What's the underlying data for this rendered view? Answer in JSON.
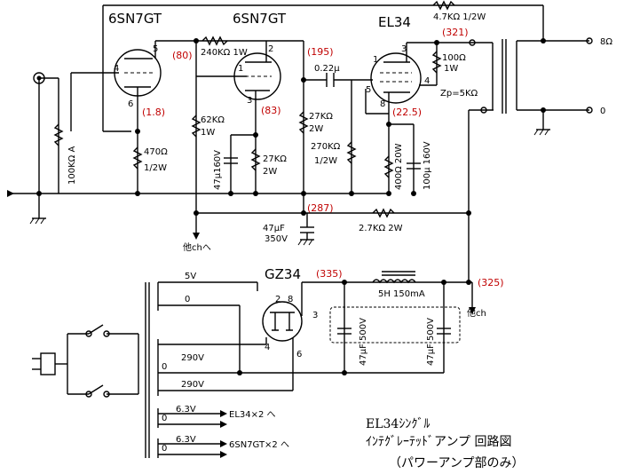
{
  "tubes": {
    "v1": "6SN7GT",
    "v2": "6SN7GT",
    "v3": "EL34",
    "rect": "GZ34"
  },
  "pins": {
    "v1_5": "5",
    "v1_4": "4",
    "v1_6": "6",
    "v2_2": "2",
    "v2_1": "1",
    "v2_3": "3",
    "v3_3": "3",
    "v3_1": "1",
    "v3_5": "5",
    "v3_4": "4",
    "v3_8": "8",
    "r_2": "2",
    "r_8": "8",
    "r_3": "3",
    "r_4": "4",
    "r_6": "6"
  },
  "voltages": {
    "v_80": "(80)",
    "v_1_8": "(1.8)",
    "v_83": "(83)",
    "v_195": "(195)",
    "v_321": "(321)",
    "v_22_5": "(22.5)",
    "v_287": "(287)",
    "v_335": "(335)",
    "v_325": "(325)"
  },
  "components": {
    "r_240k": "240KΩ 1W",
    "r_62k": "62KΩ",
    "r_62k_w": "1W",
    "r_470": "470Ω",
    "r_470_w": "1/2W",
    "vr_100k": "100KΩ A",
    "c_47u_160": "47μ160V",
    "r_27k_a": "27KΩ",
    "r_27k_a_w": "2W",
    "r_27k_b": "27KΩ",
    "r_27k_b_w": "2W",
    "c_022": "0.22μ",
    "r_270k": "270KΩ",
    "r_270k_w": "1/2W",
    "r_100": "100Ω",
    "r_100_w": "1W",
    "r_400": "400Ω 20W",
    "c_100u": "100μ 160V",
    "r_4_7k": "4.7KΩ 1/2W",
    "zp": "Zp=5KΩ",
    "out_8": "8Ω",
    "out_0": "0",
    "c_47u_350": "47μF",
    "c_47u_350_v": "350V",
    "r_2_7k": "2.7KΩ 2W",
    "other_ch_1": "他chへ",
    "choke": "5H 150mA",
    "other_ch_2": "他ch",
    "c_47u_500_a": "47μF 500V",
    "c_47u_500_b": "47μF 500V"
  },
  "transformer": {
    "t_5v": "5V",
    "t_0a": "0",
    "t_290a": "290V",
    "t_0b": "0",
    "t_290b": "290V",
    "t_0c": "0",
    "t_63a": "6.3V",
    "t_0d": "0",
    "t_63b": "6.3V"
  },
  "heater_targets": {
    "h1": "EL34×2 へ",
    "h2": "6SN7GT×2 へ"
  },
  "title": {
    "line1": "EL34ｼﾝｸﾞﾙ",
    "line2": "ｲﾝﾃｸﾞﾚｰﾃｯﾄﾞアンプ 回路図",
    "line3": "（パワーアンプ部のみ）"
  }
}
